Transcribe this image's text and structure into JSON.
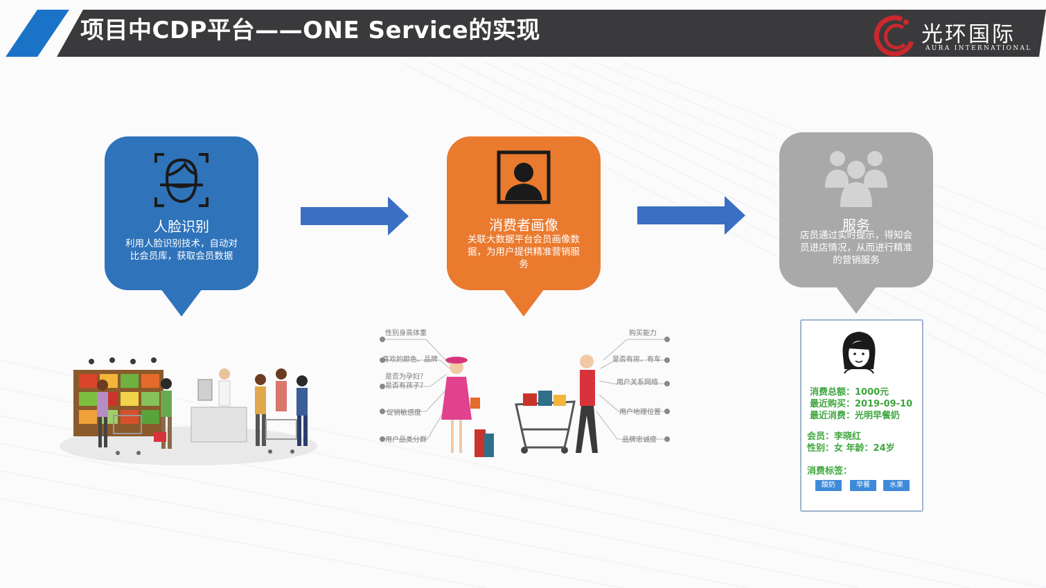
{
  "header": {
    "title": "项目中CDP平台——ONE Service的实现",
    "logo_cn": "光环国际",
    "logo_en": "AURA INTERNATIONAL"
  },
  "colors": {
    "header_bg": "#3a3a3c",
    "accent_blue": "#1b73c7",
    "face": "#2f73ba",
    "profile": "#ea7a2e",
    "service": "#a9a9a9"
  },
  "steps": [
    {
      "title": "人脸识别",
      "desc": "利用人脸识别技术，自动对比会员库，获取会员数据",
      "icon": "face-scan-icon"
    },
    {
      "title": "消费者画像",
      "desc": "关联大数据平台会员画像数据，为用户提供精准营销服务",
      "icon": "portrait-icon"
    },
    {
      "title": "服务",
      "desc": "店员通过实时提示，得知会员进店情况，从而进行精准的营销服务",
      "icon": "group-icon"
    }
  ],
  "profile_labels": {
    "left": [
      "性别身高体重",
      "喜欢的颜色、品牌",
      "是否为孕妇？",
      "是否有孩子？",
      "促销敏感度",
      "用户品类分群"
    ],
    "right": [
      "购买能力",
      "是否有房、有车",
      "用户关系网络",
      "用户地理位置",
      "品牌忠诚度"
    ]
  },
  "member_card": {
    "total": "消费总额：1000元",
    "recent_buy": "最近购买：2019-09-10",
    "recent_item": "最近消费：光明早餐奶",
    "member": "会员：李晓红",
    "gender_age": "性别：女 年龄：24岁",
    "tags_label": "消费标签：",
    "tags": [
      "酸奶",
      "早餐",
      "水果"
    ]
  }
}
